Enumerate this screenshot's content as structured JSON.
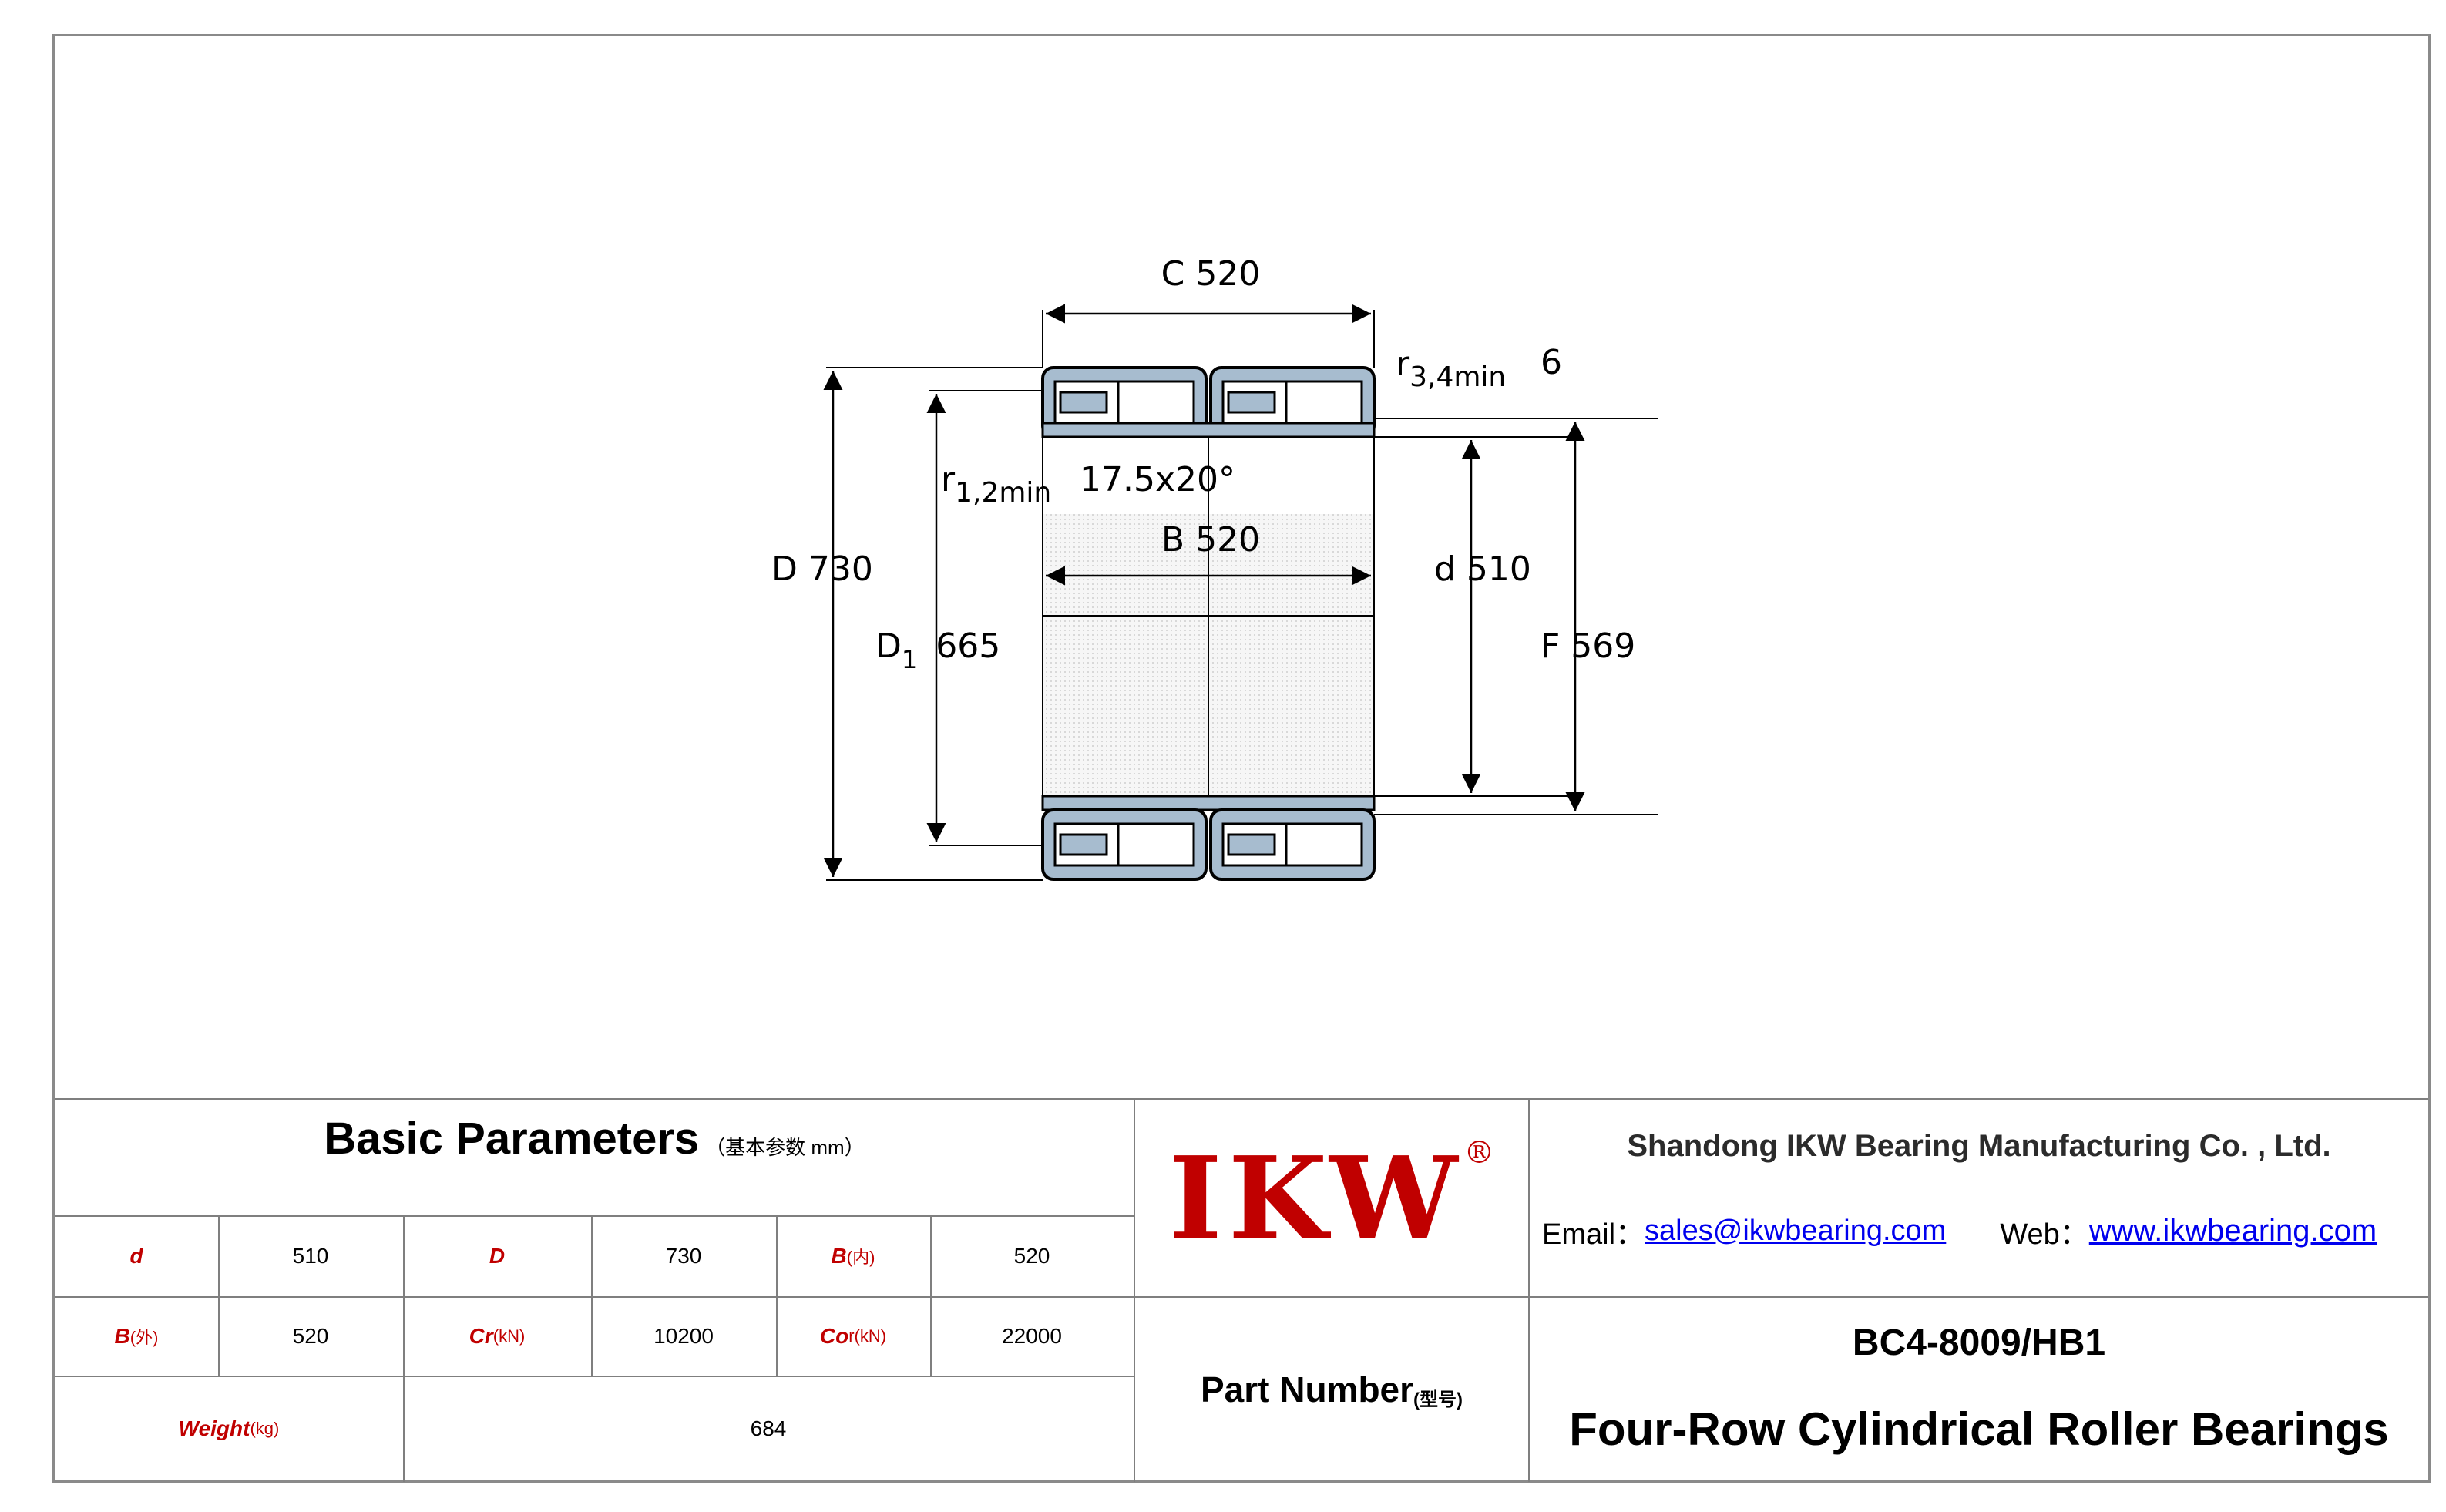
{
  "drawing": {
    "dims": {
      "C": "C  520",
      "r34": "r",
      "r34_sub": "3,4min",
      "r34_val": "6",
      "r12": "r",
      "r12_sub": "1,2min",
      "chamfer": "17.5x20°",
      "B": "B  520",
      "D": "D  730",
      "D1": "D",
      "D1_sub": "1",
      "D1_val": "665",
      "d": "d  510",
      "F": "F  569"
    }
  },
  "params": {
    "title": "Basic Parameters",
    "title_note": "（基本参数 mm）",
    "rows": [
      [
        {
          "label": "d",
          "unit": ""
        },
        {
          "value": "510"
        },
        {
          "label": "D",
          "unit": ""
        },
        {
          "value": "730"
        },
        {
          "label": "B",
          "unit": "(内)"
        },
        {
          "value": "520"
        }
      ],
      [
        {
          "label": "B",
          "unit": "(外)"
        },
        {
          "value": "520"
        },
        {
          "label": "Cr",
          "unit": "(kN)"
        },
        {
          "value": "10200"
        },
        {
          "label": "Co",
          "unit": "r(kN)"
        },
        {
          "value": "22000"
        }
      ]
    ],
    "weight_label": "Weight",
    "weight_unit": "(kg)",
    "weight_value": "684"
  },
  "brand": {
    "logo": "IKW",
    "reg": "®",
    "part_number_label": "Part Number",
    "part_number_note": "(型号)"
  },
  "company": {
    "name": "Shandong IKW Bearing Manufacturing Co. , Ltd.",
    "email_label": "Email：",
    "email": "sales@ikwbearing.com",
    "web_label": "Web：",
    "web": "www.ikwbearing.com"
  },
  "product": {
    "model": "BC4-8009/HB1",
    "type": "Four-Row Cylindrical Roller Bearings"
  },
  "colors": {
    "label_red": "#c00000",
    "logo_red": "#c00000",
    "bearing_fill": "#9fb4c8",
    "link_blue": "#0000ee"
  }
}
